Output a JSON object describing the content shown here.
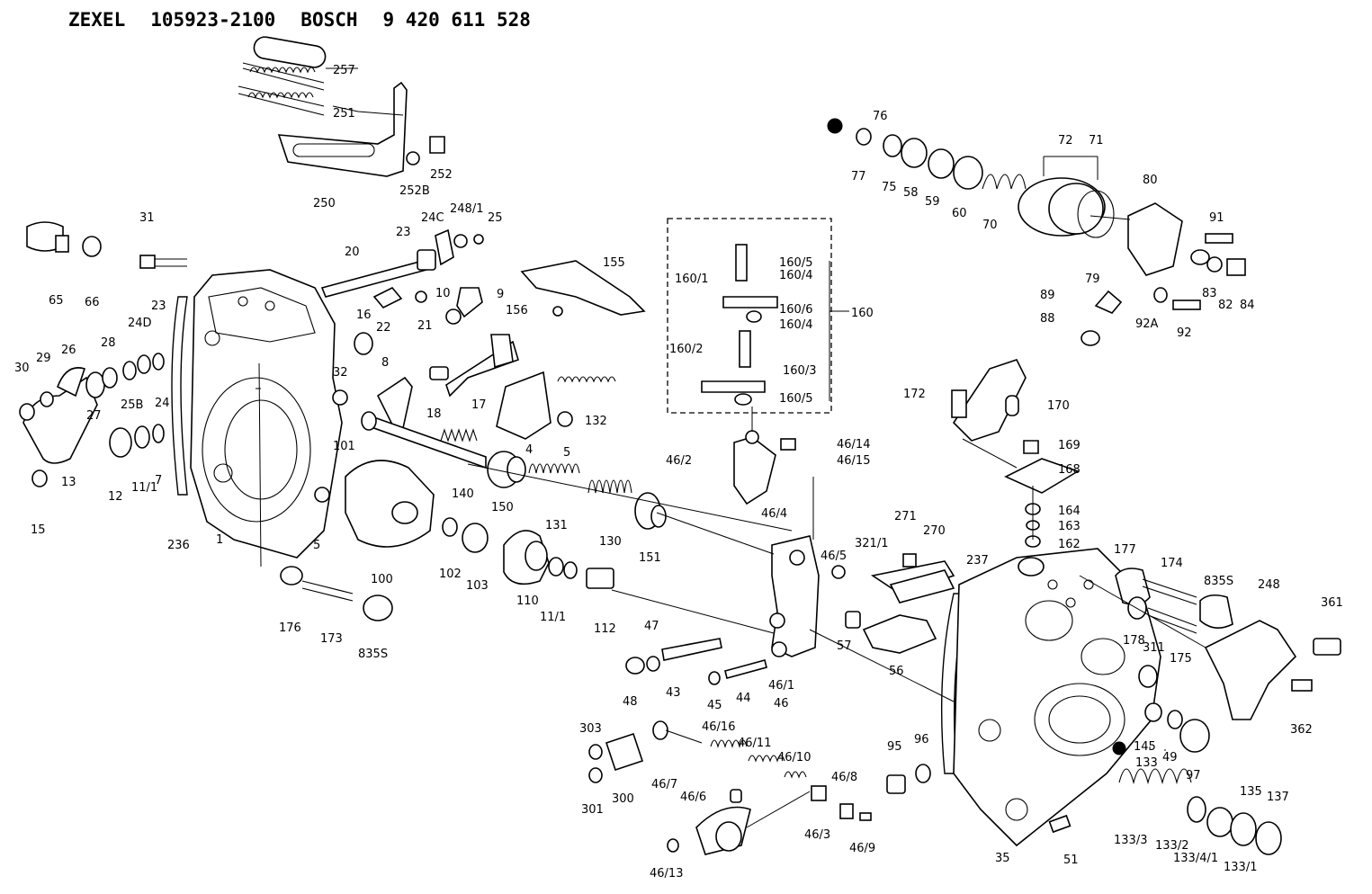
{
  "header": {
    "brand1": "ZEXEL",
    "part1": "105923-2100",
    "brand2": "BOSCH",
    "part2": "9 420 611 528"
  },
  "labels": [
    {
      "id": "257"
    },
    {
      "id": "251"
    },
    {
      "id": "252"
    },
    {
      "id": "252B"
    },
    {
      "id": "250"
    },
    {
      "id": "31"
    },
    {
      "id": "65"
    },
    {
      "id": "66"
    },
    {
      "id": "20"
    },
    {
      "id": "23"
    },
    {
      "id": "24C"
    },
    {
      "id": "248/1"
    },
    {
      "id": "25"
    },
    {
      "id": "16"
    },
    {
      "id": "22"
    },
    {
      "id": "21"
    },
    {
      "id": "10"
    },
    {
      "id": "9"
    },
    {
      "id": "155"
    },
    {
      "id": "156"
    },
    {
      "id": "30"
    },
    {
      "id": "29"
    },
    {
      "id": "26"
    },
    {
      "id": "28"
    },
    {
      "id": "24D"
    },
    {
      "id": "23"
    },
    {
      "id": "27"
    },
    {
      "id": "25B"
    },
    {
      "id": "24"
    },
    {
      "id": "32"
    },
    {
      "id": "8"
    },
    {
      "id": "18"
    },
    {
      "id": "17"
    },
    {
      "id": "1"
    },
    {
      "id": "4"
    },
    {
      "id": "5"
    },
    {
      "id": "132"
    },
    {
      "id": "13"
    },
    {
      "id": "12"
    },
    {
      "id": "11/1"
    },
    {
      "id": "7"
    },
    {
      "id": "15"
    },
    {
      "id": "236"
    },
    {
      "id": "101"
    },
    {
      "id": "140"
    },
    {
      "id": "150"
    },
    {
      "id": "131"
    },
    {
      "id": "130"
    },
    {
      "id": "151"
    },
    {
      "id": "5"
    },
    {
      "id": "100"
    },
    {
      "id": "102"
    },
    {
      "id": "103"
    },
    {
      "id": "110"
    },
    {
      "id": "11/1"
    },
    {
      "id": "112"
    },
    {
      "id": "176"
    },
    {
      "id": "173"
    },
    {
      "id": "835S"
    },
    {
      "id": "160/5"
    },
    {
      "id": "160/4"
    },
    {
      "id": "160/1"
    },
    {
      "id": "160/6"
    },
    {
      "id": "160/4"
    },
    {
      "id": "160"
    },
    {
      "id": "160/2"
    },
    {
      "id": "160/3"
    },
    {
      "id": "160/5"
    },
    {
      "id": "46/14"
    },
    {
      "id": "46/2"
    },
    {
      "id": "46/15"
    },
    {
      "id": "46/4"
    },
    {
      "id": "76"
    },
    {
      "id": "77"
    },
    {
      "id": "75"
    },
    {
      "id": "58"
    },
    {
      "id": "59"
    },
    {
      "id": "60"
    },
    {
      "id": "70"
    },
    {
      "id": "72"
    },
    {
      "id": "71"
    },
    {
      "id": "80"
    },
    {
      "id": "91"
    },
    {
      "id": "79"
    },
    {
      "id": "83"
    },
    {
      "id": "82"
    },
    {
      "id": "84"
    },
    {
      "id": "89"
    },
    {
      "id": "88"
    },
    {
      "id": "92A"
    },
    {
      "id": "92"
    },
    {
      "id": "172"
    },
    {
      "id": "170"
    },
    {
      "id": "169"
    },
    {
      "id": "168"
    },
    {
      "id": "164"
    },
    {
      "id": "163"
    },
    {
      "id": "162"
    },
    {
      "id": "46/5"
    },
    {
      "id": "321/1"
    },
    {
      "id": "271"
    },
    {
      "id": "270"
    },
    {
      "id": "237"
    },
    {
      "id": "177"
    },
    {
      "id": "174"
    },
    {
      "id": "835S"
    },
    {
      "id": "248"
    },
    {
      "id": "361"
    },
    {
      "id": "57"
    },
    {
      "id": "56"
    },
    {
      "id": "178"
    },
    {
      "id": "311"
    },
    {
      "id": "175"
    },
    {
      "id": "362"
    },
    {
      "id": "47"
    },
    {
      "id": "48"
    },
    {
      "id": "43"
    },
    {
      "id": "45"
    },
    {
      "id": "44"
    },
    {
      "id": "46/1"
    },
    {
      "id": "46"
    },
    {
      "id": "145"
    },
    {
      "id": "49"
    },
    {
      "id": "97"
    },
    {
      "id": "303"
    },
    {
      "id": "46/16"
    },
    {
      "id": "46/11"
    },
    {
      "id": "46/10"
    },
    {
      "id": "301"
    },
    {
      "id": "300"
    },
    {
      "id": "46/7"
    },
    {
      "id": "46/6"
    },
    {
      "id": "46/8"
    },
    {
      "id": "46/3"
    },
    {
      "id": "46/9"
    },
    {
      "id": "46/13"
    },
    {
      "id": "95"
    },
    {
      "id": "96"
    },
    {
      "id": "133"
    },
    {
      "id": "135"
    },
    {
      "id": "137"
    },
    {
      "id": "35"
    },
    {
      "id": "51"
    },
    {
      "id": "133/3"
    },
    {
      "id": "133/2"
    },
    {
      "id": "133/4/1"
    },
    {
      "id": "133/1"
    }
  ]
}
